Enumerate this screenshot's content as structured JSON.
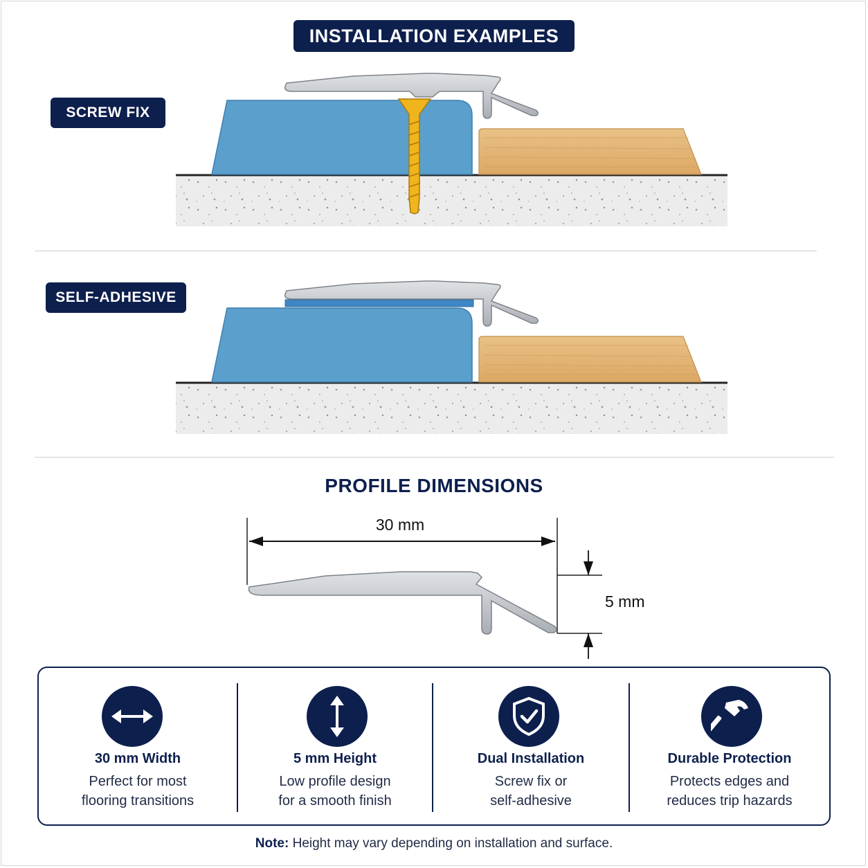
{
  "title": "INSTALLATION EXAMPLES",
  "screw_fix_label": "SCREW FIX",
  "self_adhesive_label": "SELF-ADHESIVE",
  "profile_title": "PROFILE DIMENSIONS",
  "dimensions": {
    "width": "30 mm",
    "height": "5 mm"
  },
  "features": [
    {
      "icon": "horizontal-arrows-icon",
      "title": "30 mm Width",
      "line1": "Perfect for most",
      "line2": "flooring transitions"
    },
    {
      "icon": "vertical-arrows-icon",
      "title": "5 mm Height",
      "line1": "Low profile design",
      "line2": "for a smooth finish"
    },
    {
      "icon": "shield-check-icon",
      "title": "Dual Installation",
      "line1": "Screw fix or",
      "line2": "self-adhesive"
    },
    {
      "icon": "hammer-icon",
      "title": "Durable Protection",
      "line1": "Protects edges and",
      "line2": "reduces trip hazards"
    }
  ],
  "note": {
    "label": "Note:",
    "text": "Height may vary depending on installation and surface."
  },
  "colors": {
    "navy": "#0d1f4d",
    "vinyl_blue": "#5b9fcc",
    "wood": "#e3b472",
    "concrete": "#ececec",
    "screw": "#f0b41c",
    "aluminium": "#bfc3c8"
  }
}
